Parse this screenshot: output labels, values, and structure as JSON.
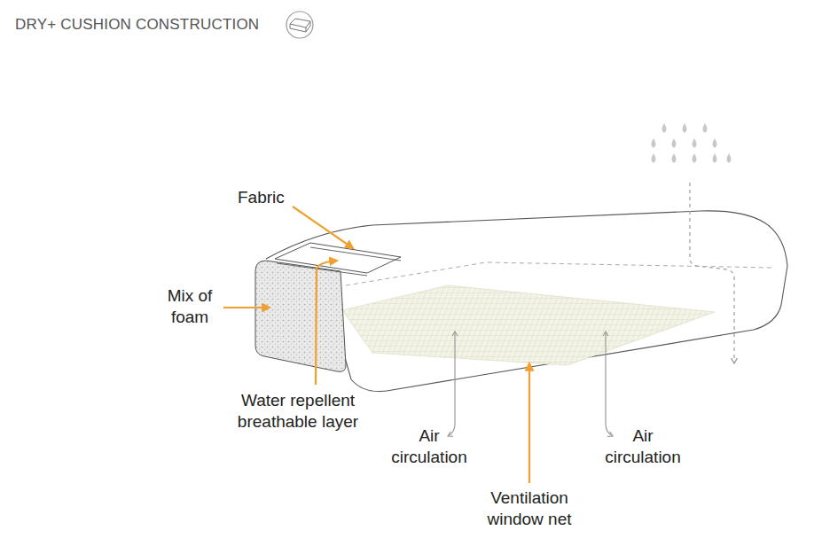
{
  "diagram": {
    "title": "DRY+ CUSHION CONSTRUCTION",
    "labels": [
      "Fabric",
      "Mix of foam",
      "Water repellent breathable layer",
      "Air circulation",
      "Air circulation",
      "Ventilation window net"
    ]
  }
}
